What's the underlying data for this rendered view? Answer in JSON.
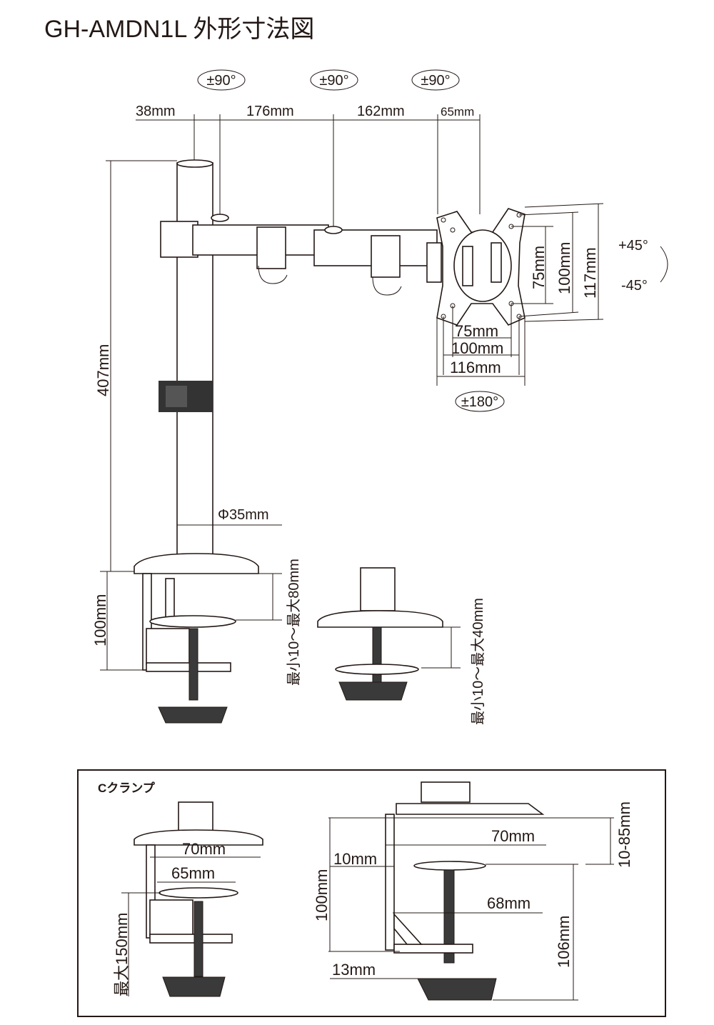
{
  "title": "GH-AMDN1L 外形寸法図",
  "rotation": {
    "arm1": "±90°",
    "arm2": "±90°",
    "arm3": "±90°",
    "vesa": "±180°",
    "tilt_up": "+45°",
    "tilt_down": "-45°"
  },
  "arm_dims": {
    "d1": "38mm",
    "d2": "176mm",
    "d3": "162mm",
    "d4": "65mm"
  },
  "vesa_dims": {
    "v75": "75mm",
    "v100": "100mm",
    "v117": "117mm",
    "h75": "75mm",
    "h100": "100mm",
    "h116": "116mm"
  },
  "pole_dims": {
    "height": "407mm",
    "diameter": "Φ35mm",
    "base": "100mm",
    "clamp_range_1": "最小10～最大80mm",
    "clamp_range_2": "最小10～最大40mm"
  },
  "clamp_section": {
    "title": "Cクランプ",
    "w70": "70mm",
    "w65": "65mm",
    "max150": "最大150mm",
    "h100": "100mm",
    "d10": "10mm",
    "d70": "70mm",
    "d68": "68mm",
    "d13": "13mm",
    "h106": "106mm",
    "r10_85": "10-85mm"
  }
}
